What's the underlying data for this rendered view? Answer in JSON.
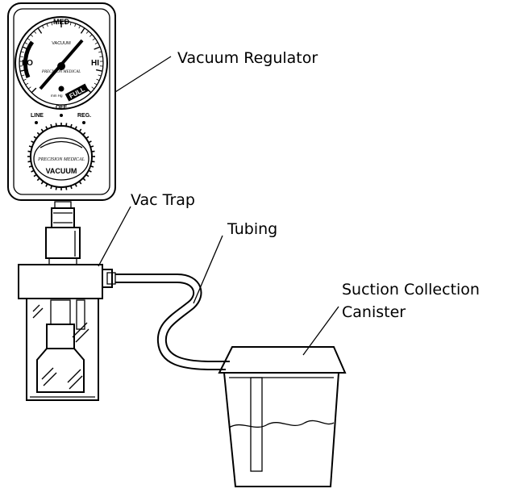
{
  "labels": {
    "vacuum_regulator": "Vacuum Regulator",
    "vac_trap": "Vac Trap",
    "tubing": "Tubing",
    "canister_line1": "Suction Collection",
    "canister_line2": "Canister"
  },
  "gauge": {
    "med": "MED",
    "lo": "LO",
    "hi": "HI",
    "vacuum": "VACUUM",
    "unit": "mm Hg",
    "brand": "PRECISION MEDICAL",
    "full": "FULL"
  },
  "controls": {
    "line": "LINE",
    "off": "OFF",
    "reg": "REG.",
    "knob_brand": "PRECISION MEDICAL",
    "knob_label": "VACUUM"
  }
}
